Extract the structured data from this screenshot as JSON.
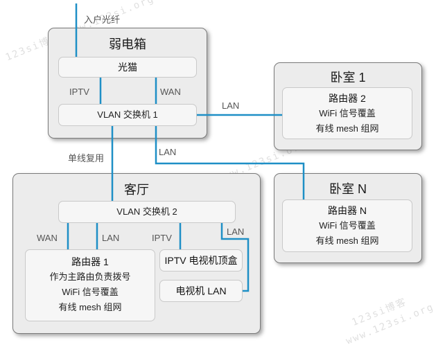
{
  "fiber_in_label": "入户光纤",
  "weak_box": {
    "title": "弱电箱",
    "modem": "光猫",
    "iptv_label": "IPTV",
    "wan_label": "WAN",
    "switch": "VLAN 交换机 1"
  },
  "bedroom1": {
    "title": "卧室 1",
    "router": "路由器 2",
    "wifi": "WiFi 信号覆盖",
    "mesh": "有线 mesh 组网"
  },
  "bedroomN": {
    "title": "卧室 N",
    "router": "路由器 N",
    "wifi": "WiFi 信号覆盖",
    "mesh": "有线 mesh 组网"
  },
  "lan_label_1": "LAN",
  "lan_label_2": "LAN",
  "single_line_label": "单线复用",
  "living": {
    "title": "客厅",
    "switch": "VLAN 交换机 2",
    "wan_label": "WAN",
    "lan_label": "LAN",
    "iptv_label": "IPTV",
    "lan_label_2": "LAN",
    "router_title": "路由器 1",
    "router_line1": "作为主路由负责拨号",
    "router_wifi": "WiFi 信号覆盖",
    "router_mesh": "有线 mesh 组网",
    "settop": "IPTV 电视机顶盒",
    "tv_lan": "电视机 LAN"
  },
  "watermark_top": "123si博客 www.123si.org",
  "watermark_mid": "123si博客 www.123si.org",
  "watermark_bottom_1": "123si博客",
  "watermark_bottom_2": "www.123si.org",
  "colors": {
    "wire": "#1e8fc6",
    "box_border": "#7a7a7a",
    "box_fill": "#ececec"
  }
}
